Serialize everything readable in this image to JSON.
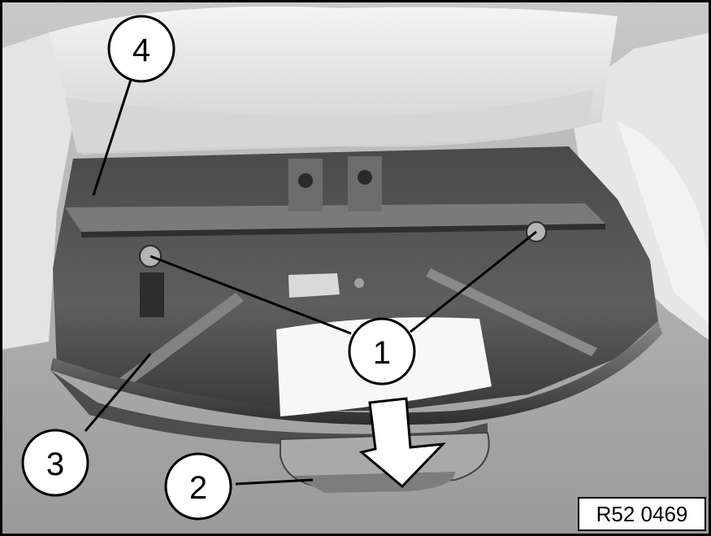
{
  "figure": {
    "callouts": {
      "one": "1",
      "two": "2",
      "three": "3",
      "four": "4"
    },
    "reference_code": "R52 0469"
  },
  "colors": {
    "frame": "#000000",
    "background": "#ffffff",
    "metal_dark": "#3f3f3f",
    "metal_mid": "#6e6e6e",
    "foam": "#e9e9e9"
  }
}
